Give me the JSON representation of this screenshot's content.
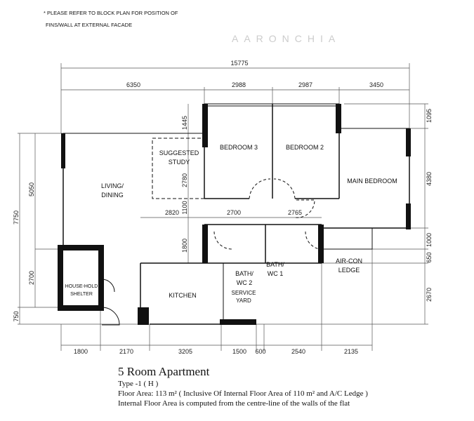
{
  "notes": [
    "* PLEASE REFER TO BLOCK PLAN FOR POSITION OF",
    "FINS/WALL AT EXTERNAL FACADE"
  ],
  "watermark": "AARONCHIA",
  "rooms": {
    "living": [
      "LIVING/",
      "DINING"
    ],
    "study": [
      "SUGGESTED",
      "STUDY"
    ],
    "bedroom3": "BEDROOM 3",
    "bedroom2": "BEDROOM 2",
    "main_bedroom": "MAIN BEDROOM",
    "bath2": [
      "BATH/",
      "WC 2"
    ],
    "bath1": [
      "BATH/",
      "WC 1"
    ],
    "aircon": [
      "AIR-CON",
      "LEDGE"
    ],
    "shelter": [
      "HOUSE-HOLD",
      "SHELTER"
    ],
    "kitchen": "KITCHEN",
    "yard": [
      "SERVICE",
      "YARD"
    ]
  },
  "dimensions": {
    "top_total": "15775",
    "top": [
      "6350",
      "2988",
      "2987",
      "3450"
    ],
    "right": [
      "1095",
      "4380",
      "1000",
      "650",
      "2670"
    ],
    "left": [
      "5050",
      "7750",
      "2700",
      "750"
    ],
    "inner_vertical": [
      "1445",
      "2780",
      "1100",
      "1800"
    ],
    "inner_horizontal": [
      "2820",
      "2700",
      "2765"
    ],
    "bottom": [
      "1800",
      "2170",
      "3205",
      "1500",
      "600",
      "2540",
      "2135"
    ]
  },
  "caption": {
    "title": "5 Room Apartment",
    "type": "Type -1 ( H )",
    "floor_area": "Floor Area: 113 m² ( Inclusive Of Internal Floor Area of 110 m² and A/C Ledge )",
    "note": "Internal Floor Area is computed from the centre-line of the walls of the flat"
  }
}
